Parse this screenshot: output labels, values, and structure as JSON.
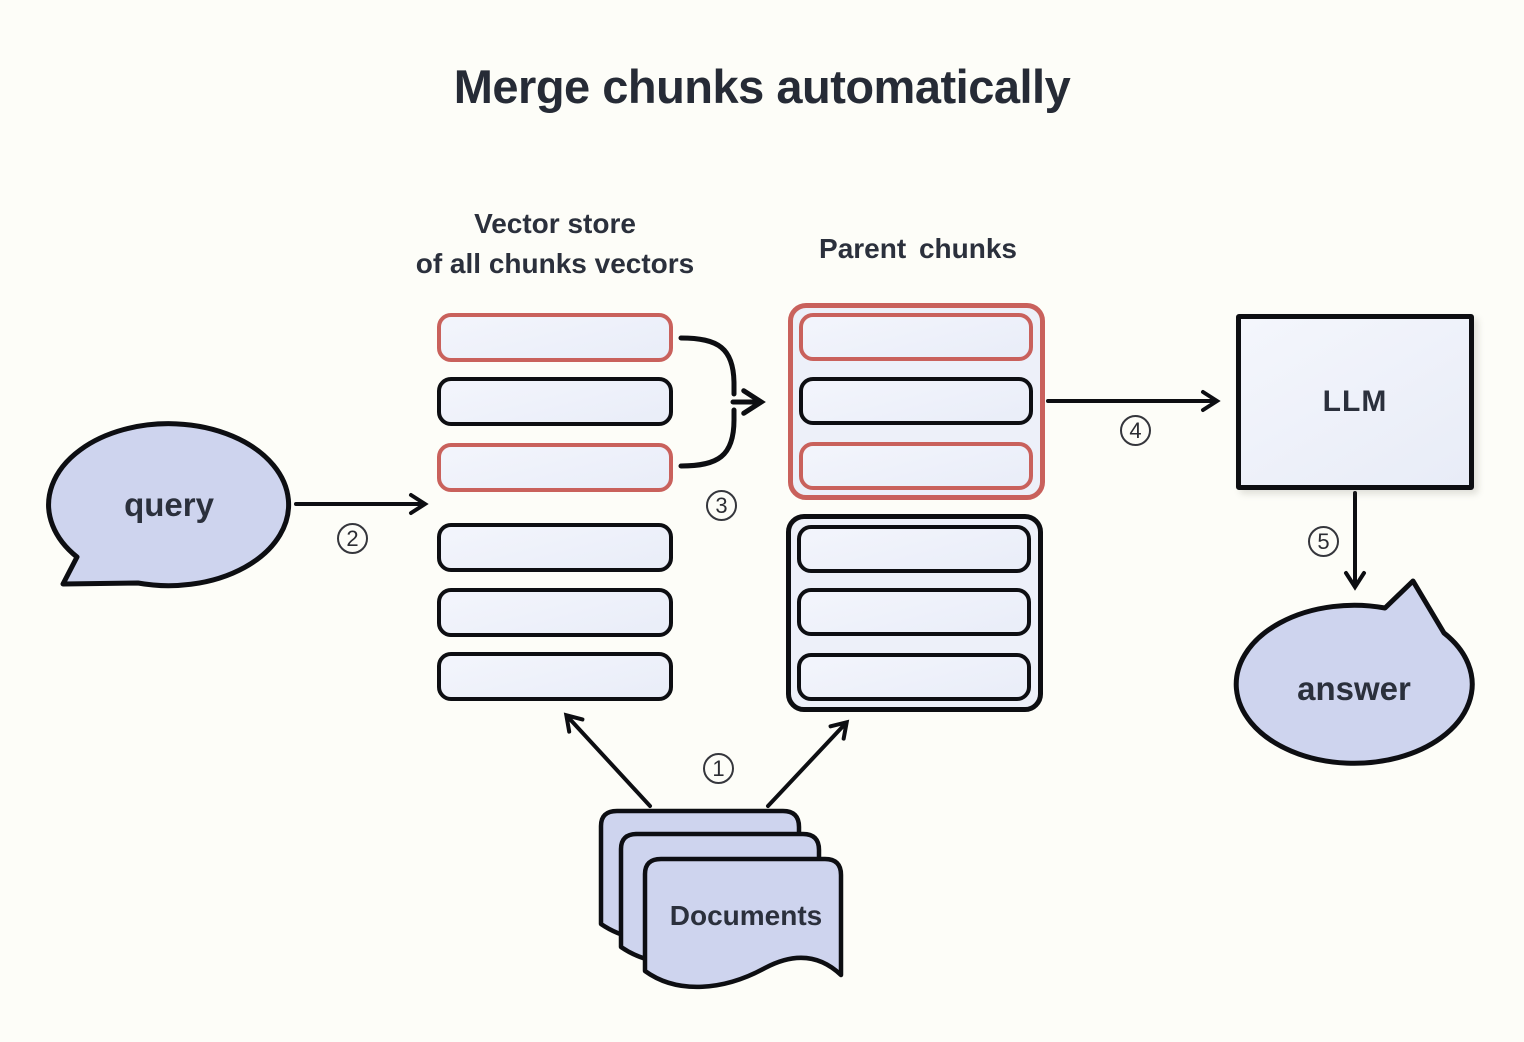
{
  "title": "Merge chunks automatically",
  "labels": {
    "vector_store_line1": "Vector store",
    "vector_store_line2": "of all chunks vectors",
    "parent_chunks": "Parent chunks"
  },
  "nodes": {
    "query": "query",
    "llm": "LLM",
    "answer": "answer",
    "documents": "Documents"
  },
  "steps": [
    "1",
    "2",
    "3",
    "4",
    "5"
  ],
  "vector_store": {
    "chunks": [
      {
        "highlighted": true
      },
      {
        "highlighted": false
      },
      {
        "highlighted": true
      },
      {
        "highlighted": false
      },
      {
        "highlighted": false
      },
      {
        "highlighted": false
      }
    ]
  },
  "parent_chunks": {
    "groups": [
      {
        "highlighted": true,
        "chunks": [
          true,
          false,
          true
        ]
      },
      {
        "highlighted": false,
        "chunks": [
          false,
          false,
          false
        ]
      }
    ]
  },
  "colors": {
    "highlight_red": "#c9615c",
    "bubble_fill": "#ced4ee",
    "chunk_fill": "#eef1f9",
    "stroke": "#0d0e12",
    "text": "#2b303c",
    "background": "#fdfdf8"
  }
}
